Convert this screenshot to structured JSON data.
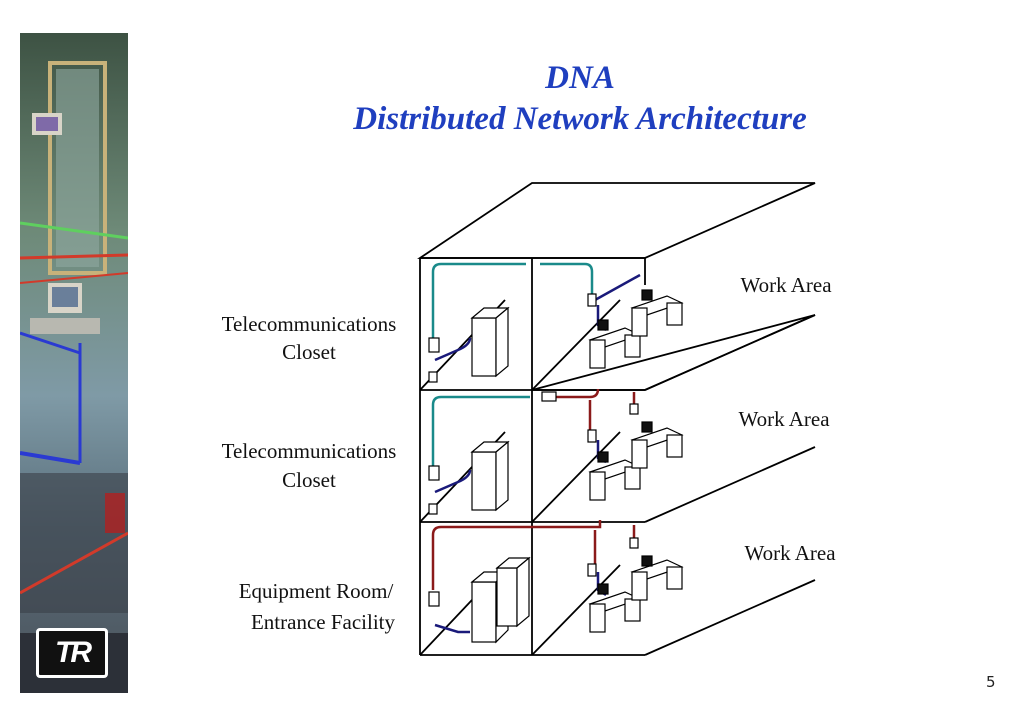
{
  "slide": {
    "title_line1": "DNA",
    "title_line2": "Distributed Network Architecture",
    "page_number": "5"
  },
  "logo": {
    "text": "TR"
  },
  "diagram": {
    "floors": [
      {
        "left_label_lines": [
          "Telecommunications",
          "Closet"
        ],
        "right_label": "Work Area"
      },
      {
        "left_label_lines": [
          "Telecommunications",
          "Closet"
        ],
        "right_label": "Work Area"
      },
      {
        "left_label_lines": [
          "Equipment Room/",
          "Entrance Facility"
        ],
        "right_label": "Work Area"
      }
    ]
  },
  "colors": {
    "title": "#1f3fbf",
    "cable_teal": "#1a8a8a",
    "cable_navy": "#1a1a7a",
    "cable_maroon": "#8b1a1a"
  }
}
